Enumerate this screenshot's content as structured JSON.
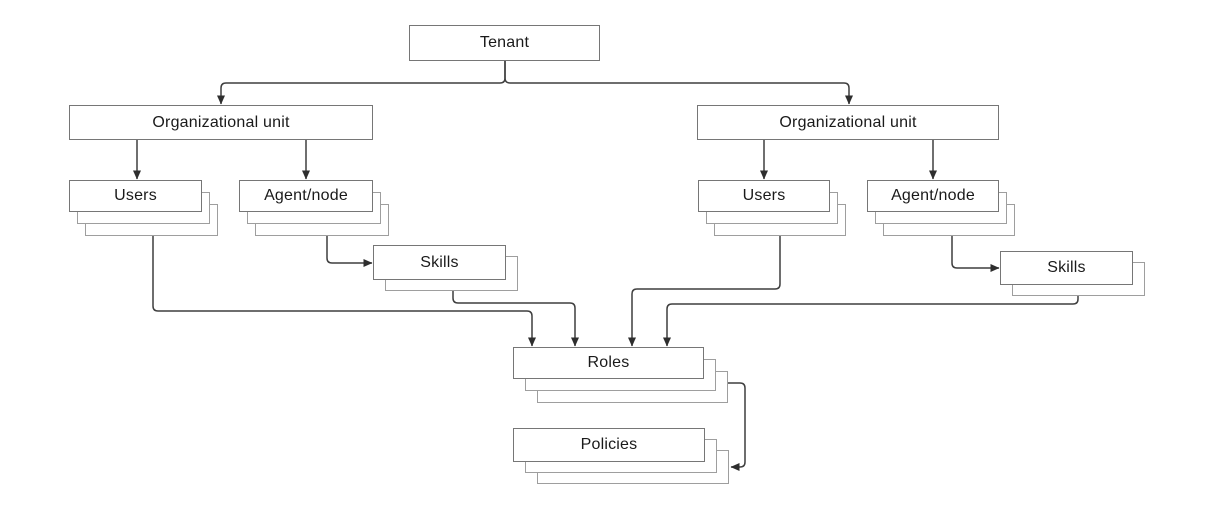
{
  "diagram": {
    "nodes": {
      "tenant": {
        "label": "Tenant"
      },
      "ou_left": {
        "label": "Organizational unit"
      },
      "ou_right": {
        "label": "Organizational unit"
      },
      "users_left": {
        "label": "Users"
      },
      "agent_left": {
        "label": "Agent/node"
      },
      "users_right": {
        "label": "Users"
      },
      "agent_right": {
        "label": "Agent/node"
      },
      "skills_left": {
        "label": "Skills"
      },
      "skills_right": {
        "label": "Skills"
      },
      "roles": {
        "label": "Roles"
      },
      "policies": {
        "label": "Policies"
      }
    },
    "edges": [
      {
        "from": "tenant",
        "to": "ou_left"
      },
      {
        "from": "tenant",
        "to": "ou_right"
      },
      {
        "from": "ou_left",
        "to": "users_left"
      },
      {
        "from": "ou_left",
        "to": "agent_left"
      },
      {
        "from": "ou_right",
        "to": "users_right"
      },
      {
        "from": "ou_right",
        "to": "agent_right"
      },
      {
        "from": "agent_left",
        "to": "skills_left"
      },
      {
        "from": "agent_right",
        "to": "skills_right"
      },
      {
        "from": "users_left",
        "to": "roles"
      },
      {
        "from": "skills_left",
        "to": "roles"
      },
      {
        "from": "users_right",
        "to": "roles"
      },
      {
        "from": "skills_right",
        "to": "roles"
      },
      {
        "from": "roles",
        "to": "policies"
      }
    ],
    "stacked_nodes": [
      "users_left",
      "agent_left",
      "users_right",
      "agent_right",
      "skills_left",
      "skills_right",
      "roles",
      "policies"
    ],
    "colors": {
      "background": "#ffffff",
      "box_fill": "#ffffff",
      "box_border": "#767676",
      "stack_layer_border": "#9e9e9e",
      "connector_line": "#3f3f3f",
      "arrowhead": "#2e2e2e",
      "text": "#1a1a1a"
    }
  }
}
